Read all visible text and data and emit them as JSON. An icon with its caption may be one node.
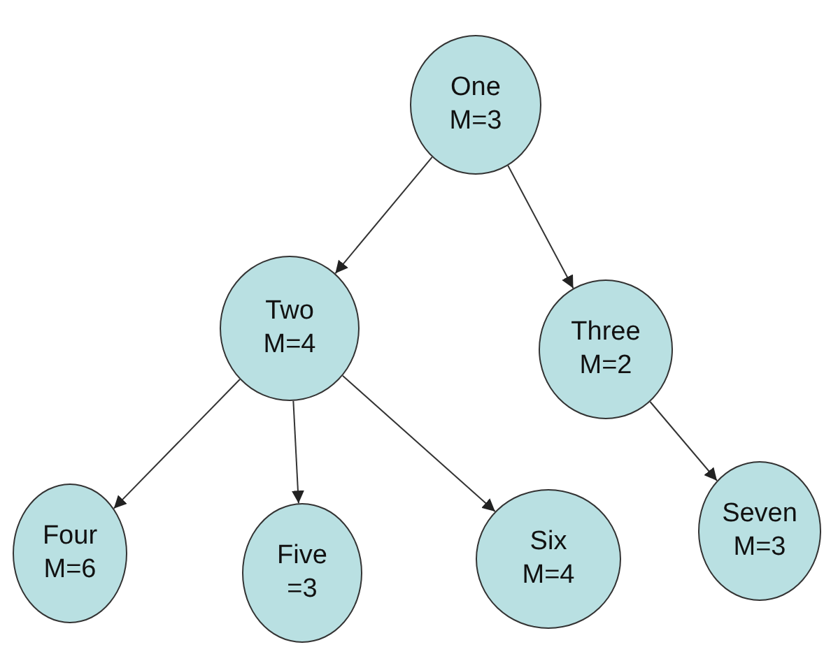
{
  "diagram": {
    "nodes": [
      {
        "text": [
          "One",
          "M=3"
        ]
      },
      {
        "text": [
          "Two",
          "M=4"
        ]
      },
      {
        "text": [
          "Three",
          "M=2"
        ]
      },
      {
        "text": [
          "Four",
          "M=6"
        ]
      },
      {
        "text": [
          "Five",
          "=3"
        ]
      },
      {
        "text": [
          "Six",
          "M=4"
        ]
      },
      {
        "text": [
          "Seven",
          "M=3"
        ]
      }
    ],
    "edges": [
      {
        "from": 0,
        "to": 1,
        "arrow": "to"
      },
      {
        "from": 0,
        "to": 2,
        "arrow": "to"
      },
      {
        "from": 1,
        "to": 3,
        "arrow": "to"
      },
      {
        "from": 1,
        "to": 4,
        "arrow": "to"
      },
      {
        "from": 1,
        "to": 5,
        "arrow": "to"
      },
      {
        "from": 2,
        "to": 6,
        "arrow": "to"
      }
    ]
  }
}
